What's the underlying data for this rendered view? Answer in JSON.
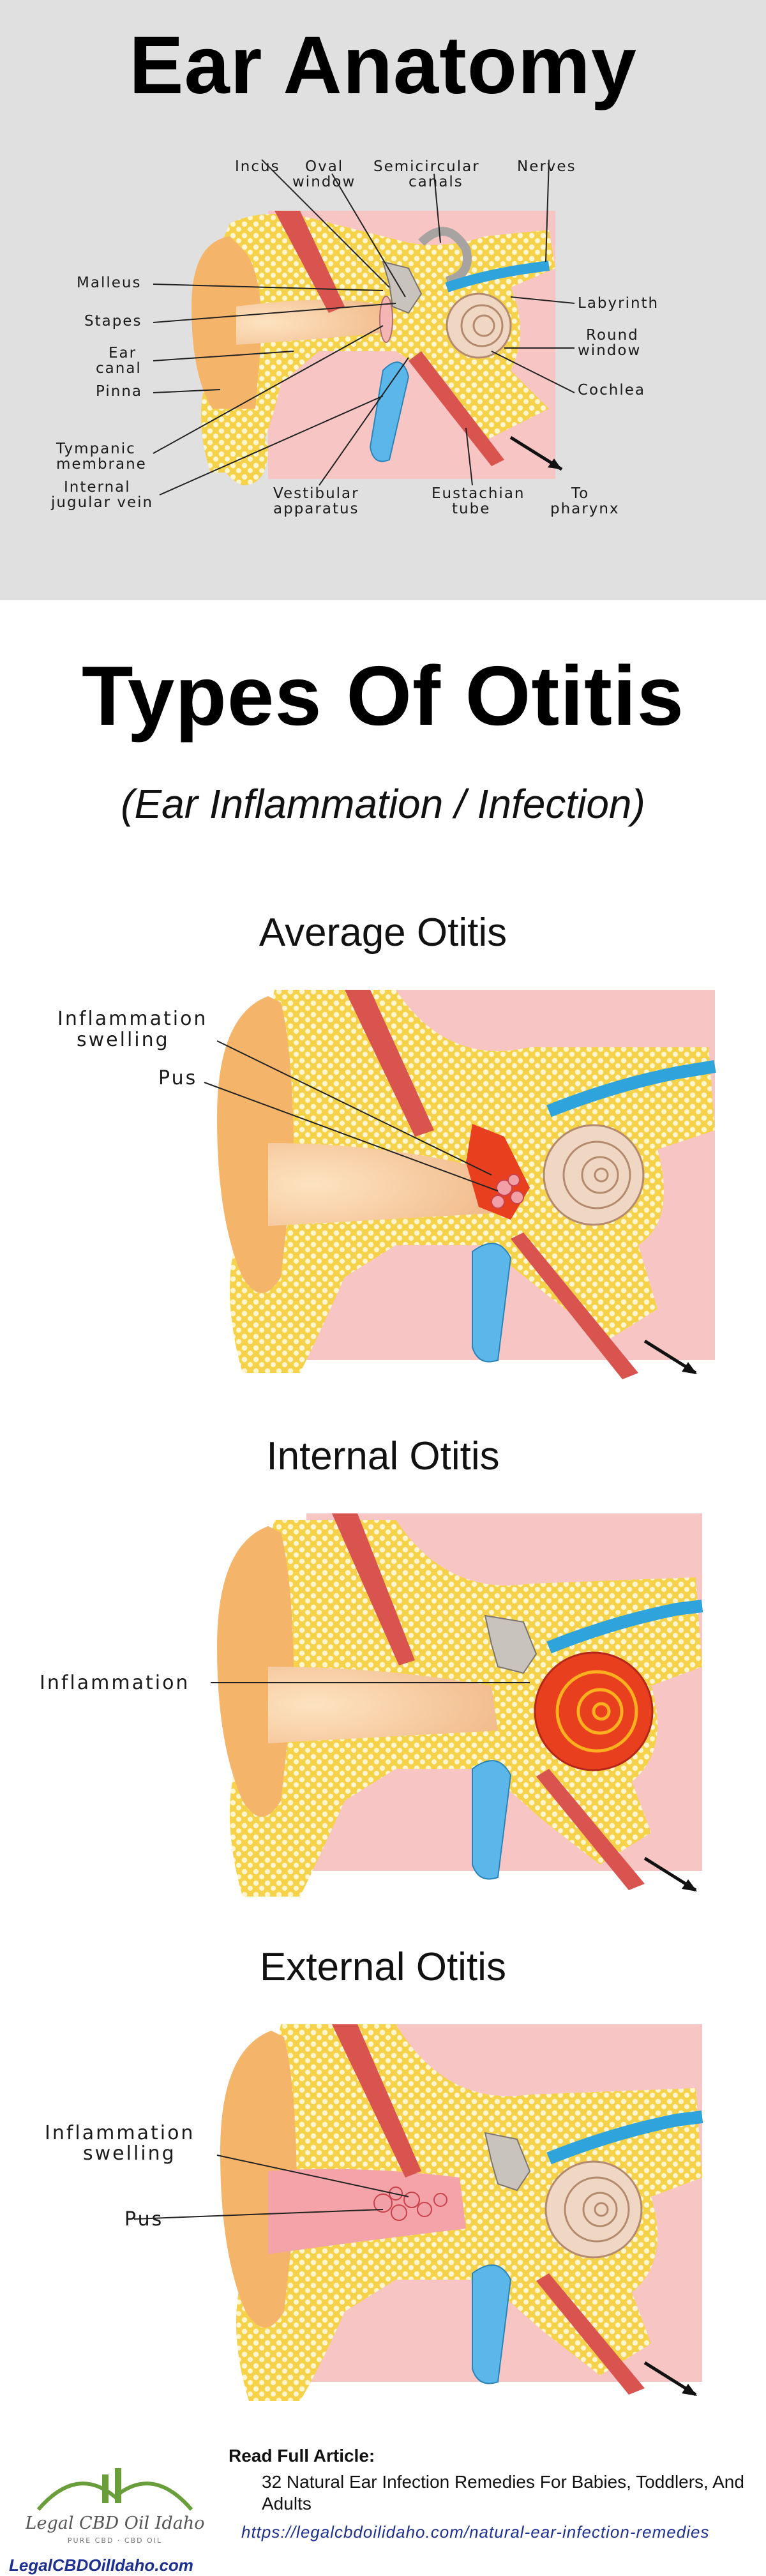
{
  "anatomy": {
    "title": "Ear Anatomy",
    "labels": {
      "incus": "Incus",
      "oval_window_1": "Oval",
      "oval_window_2": "window",
      "semicircular_1": "Semicircular",
      "semicircular_2": "canals",
      "nerves": "Nerves",
      "malleus": "Malleus",
      "stapes": "Stapes",
      "ear_canal_1": "Ear",
      "ear_canal_2": "canal",
      "pinna": "Pinna",
      "tympanic_1": "Tympanic",
      "tympanic_2": "membrane",
      "jugular_1": "Internal",
      "jugular_2": "jugular vein",
      "vestibular_1": "Vestibular",
      "vestibular_2": "apparatus",
      "eustachian_1": "Eustachian",
      "eustachian_2": "tube",
      "pharynx_1": "To",
      "pharynx_2": "pharynx",
      "labyrinth": "Labyrinth",
      "round_1": "Round",
      "round_2": "window",
      "cochlea": "Cochlea"
    }
  },
  "types": {
    "title": "Types Of Otitis",
    "subtitle": "(Ear Inflammation / Infection)"
  },
  "average": {
    "title": "Average Otitis",
    "label_inflammation_1": "Inflammation",
    "label_inflammation_2": "swelling",
    "label_pus": "Pus"
  },
  "internal": {
    "title": "Internal Otitis",
    "label_inflammation": "Inflammation"
  },
  "external": {
    "title": "External Otitis",
    "label_inflammation_1": "Inflammation",
    "label_inflammation_2": "swelling",
    "label_pus": "Pus"
  },
  "footer": {
    "read_label": "Read Full Article:",
    "article_title": "32 Natural Ear Infection Remedies For Babies, Toddlers, And Adults",
    "article_url": "https://legalcbdoilidaho.com/natural-ear-infection-remedies",
    "logo_text": "Legal CBD Oil Idaho",
    "logo_tagline": "PURE CBD · CBD OIL",
    "site_url": "LegalCBDOilIdaho.com"
  },
  "colors": {
    "bone": "#f2d35a",
    "skin": "#f7c7c0",
    "ear": "#f6c88e",
    "nerve": "#2ea3dc",
    "vessel": "#5bb7ea",
    "inflamed": "#e8401e",
    "logo_green": "#6a9e3a",
    "link_blue": "#1d2f8f"
  }
}
